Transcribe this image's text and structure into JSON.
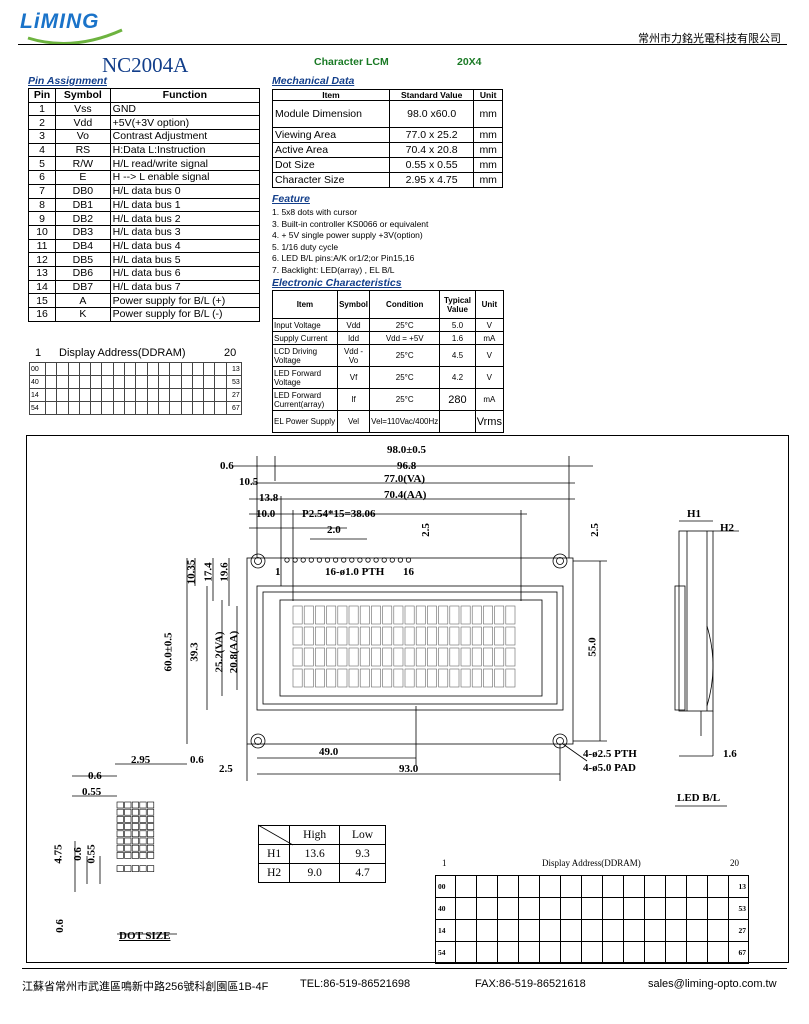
{
  "header": {
    "logo": "LiMING",
    "company": "常州市力銘光電科技有限公司"
  },
  "title": {
    "model": "NC2004A",
    "type": "Character LCM",
    "size": "20X4"
  },
  "pin_assignment": {
    "heading": "Pin Assignment",
    "columns": [
      "Pin",
      "Symbol",
      "Function"
    ],
    "rows": [
      [
        "1",
        "Vss",
        "GND"
      ],
      [
        "2",
        "Vdd",
        "+5V(+3V option)"
      ],
      [
        "3",
        "Vo",
        "Contrast Adjustment"
      ],
      [
        "4",
        "RS",
        "H:Data L:Instruction"
      ],
      [
        "5",
        "R/W",
        "H/L read/write signal"
      ],
      [
        "6",
        "E",
        "H --> L enable signal"
      ],
      [
        "7",
        "DB0",
        "H/L data bus 0"
      ],
      [
        "8",
        "DB1",
        "H/L data bus 1"
      ],
      [
        "9",
        "DB2",
        "H/L data bus 2"
      ],
      [
        "10",
        "DB3",
        "H/L data bus 3"
      ],
      [
        "11",
        "DB4",
        "H/L data bus 4"
      ],
      [
        "12",
        "DB5",
        "H/L data bus 5"
      ],
      [
        "13",
        "DB6",
        "H/L data bus 6"
      ],
      [
        "14",
        "DB7",
        "H/L data bus 7"
      ],
      [
        "15",
        "A",
        "Power supply for B/L (+)"
      ],
      [
        "16",
        "K",
        "Power supply for B/L (-)"
      ]
    ]
  },
  "mechanical": {
    "heading": "Mechanical Data",
    "columns": [
      "Item",
      "Standard Value",
      "Unit"
    ],
    "rows": [
      [
        "Module Dimension",
        "98.0 x60.0",
        "mm"
      ],
      [
        "Viewing Area",
        "77.0 x 25.2",
        "mm"
      ],
      [
        "Active  Area",
        "70.4 x 20.8",
        "mm"
      ],
      [
        "Dot Size",
        "0.55 x 0.55",
        "mm"
      ],
      [
        "Character Size",
        "2.95 x 4.75",
        "mm"
      ]
    ]
  },
  "feature": {
    "heading": "Feature",
    "items": [
      "1. 5x8 dots with cursor",
      "3. Built-in controller KS0066 or equivalent",
      "4. + 5V single power supply  +3V(option)",
      "5. 1/16 duty cycle",
      "6. LED B/L pins:A/K  or1/2;or Pin15,16",
      "7. Backlight: LED(array) , EL B/L"
    ]
  },
  "electronic": {
    "heading": "Electronic Characteristics",
    "columns": [
      "Item",
      "Symbol",
      "Condition",
      "Typical Value",
      "Unit"
    ],
    "rows": [
      [
        "Input Voltage",
        "Vdd",
        "25°C",
        "5.0",
        "V"
      ],
      [
        "Supply Current",
        "Idd",
        "Vdd = +5V",
        "1.6",
        "mA"
      ],
      [
        "LCD Driving Voltage",
        "Vdd - Vo",
        "25°C",
        "4.5",
        "V"
      ],
      [
        "LED Forward Voltage",
        "Vf",
        "25°C",
        "4.2",
        "V"
      ],
      [
        "LED Forward Current(array)",
        "If",
        "25°C",
        "280",
        "mA"
      ],
      [
        "EL Power Supply",
        "Vel",
        "Vel=110Vac/400Hz",
        "",
        "Vrms"
      ]
    ]
  },
  "ddram_small": {
    "label_left": "1",
    "label_title": "Display Address(DDRAM)",
    "label_right": "20",
    "rows": [
      [
        "00",
        "13"
      ],
      [
        "40",
        "53"
      ],
      [
        "14",
        "27"
      ],
      [
        "54",
        "67"
      ]
    ]
  },
  "drawing": {
    "dims": {
      "d98": "98.0±0.5",
      "d968": "96.8",
      "d06a": "0.6",
      "d105": "10.5",
      "d77": "77.0(VA)",
      "d138": "13.8",
      "d704": "70.4(AA)",
      "d10": "10.0",
      "pitch": "P2.54*15=38.06",
      "d20": "2.0",
      "d25a": "2.5",
      "pin1": "1",
      "pin16": "16",
      "pth": "16-ø1.0 PTH",
      "d1035": "10.35",
      "d174": "17.4",
      "d196": "19.6",
      "d60": "60.0±0.5",
      "d393": "39.3",
      "d252": "25.2(VA)",
      "d208": "20.8(AA)",
      "d55": "55.0",
      "d25b": "2.5",
      "d49": "49.0",
      "d25c": "2.5",
      "d93": "93.0",
      "hole1": "4-ø2.5 PTH",
      "hole2": "4-ø5.0 PAD",
      "h1": "H1",
      "h2": "H2",
      "d16": "1.6",
      "ledbl": "LED B/L",
      "d295": "2.95",
      "d06b": "0.6",
      "d06c": "0.6",
      "d055a": "0.55",
      "d475": "4.75",
      "d06d": "0.6",
      "d055b": "0.55",
      "d06e": "0.6",
      "dotsize": "DOT SIZE"
    },
    "hl_table": {
      "columns": [
        "",
        "High",
        "Low"
      ],
      "rows": [
        [
          "H1",
          "13.6",
          "9.3"
        ],
        [
          "H2",
          "9.0",
          "4.7"
        ]
      ]
    },
    "ddram_large": {
      "label_left": "1",
      "label_title": "Display Address(DDRAM)",
      "label_right": "20",
      "rows": [
        [
          "00",
          "13"
        ],
        [
          "40",
          "53"
        ],
        [
          "14",
          "27"
        ],
        [
          "54",
          "67"
        ]
      ]
    }
  },
  "footer": {
    "address": "江蘇省常州市武進區鳴新中路256號科創園區1B-4F",
    "tel": "TEL:86-519-86521698",
    "fax": "FAX:86-519-86521618",
    "email": "sales@liming-opto.com.tw"
  }
}
